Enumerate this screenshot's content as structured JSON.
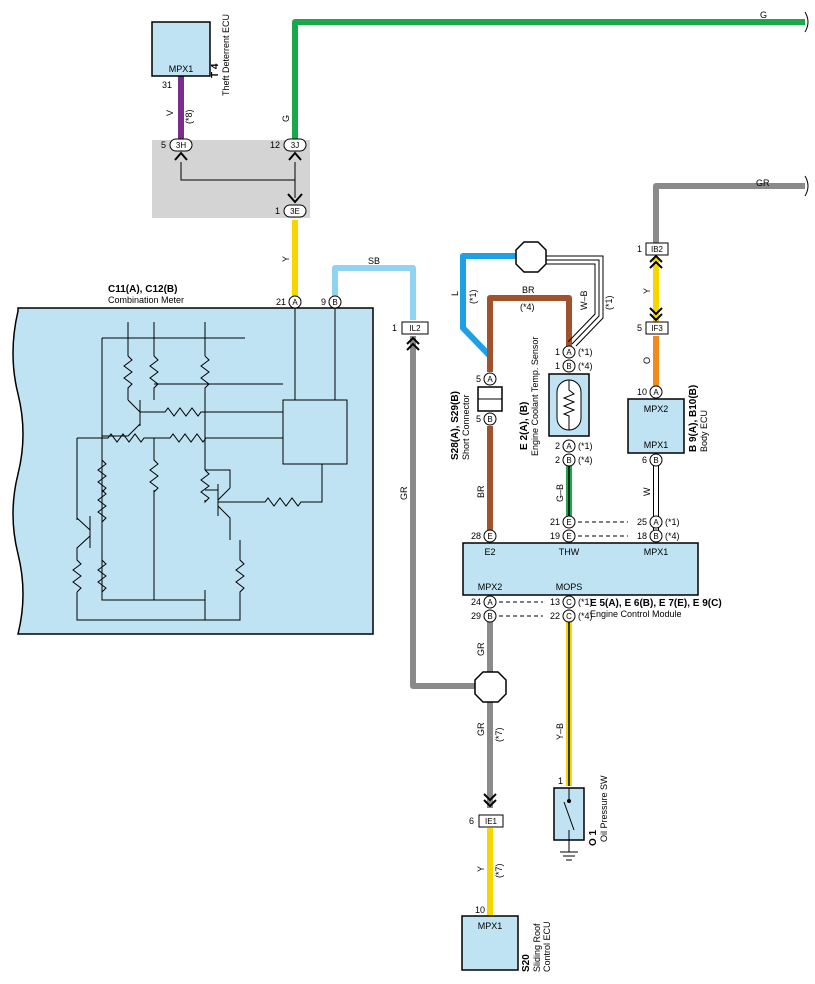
{
  "components": {
    "theft_ecu": {
      "code": "T 4",
      "name": "Theft Deterrent ECU",
      "terminal": "MPX1",
      "pin": "31",
      "wire": "V",
      "note": "(*8)"
    },
    "junction_top": {
      "pins": [
        {
          "num": "5",
          "con": "3H"
        },
        {
          "num": "12",
          "con": "3J"
        },
        {
          "num": "1",
          "con": "3E"
        }
      ],
      "wire_g": "G"
    },
    "combination_meter": {
      "code": "C11(A), C12(B)",
      "name": "Combination Meter",
      "pin_a": "21",
      "con_a": "A",
      "pin_b": "9",
      "con_b": "B"
    },
    "short_connector": {
      "code": "S28(A), S29(B)",
      "name": "Short Connector",
      "pin_top": "5",
      "con_top": "A",
      "pin_bot": "5",
      "con_bot": "B"
    },
    "coolant_sensor": {
      "code": "E 2(A), (B)",
      "name": "Engine Coolant Temp. Sensor",
      "pin1": "1",
      "pin2": "2",
      "con_a": "A",
      "con_b": "B",
      "note1": "(*1)",
      "note4": "(*4)"
    },
    "body_ecu": {
      "code": "B 9(A), B10(B)",
      "name": "Body ECU",
      "term_top": "MPX2",
      "term_bot": "MPX1",
      "pin_top": "10",
      "con_top": "A",
      "pin_bot": "6",
      "con_bot": "B"
    },
    "ecm": {
      "code": "E 5(A), E 6(B), E 7(E), E 9(C)",
      "name": "Engine Control Module",
      "term_e2": "E2",
      "term_thw": "THW",
      "term_mpx1": "MPX1",
      "term_mpx2": "MPX2",
      "term_mops": "MOPS",
      "pins": [
        "28",
        "21",
        "19",
        "25",
        "18",
        "24",
        "29",
        "13",
        "22"
      ],
      "cons": [
        "E",
        "E",
        "E",
        "A",
        "B",
        "A",
        "B",
        "C",
        "C"
      ]
    },
    "oil_sw": {
      "code": "O 1",
      "name": "Oil Pressure SW",
      "pin": "1"
    },
    "sliding_roof": {
      "code": "S20",
      "name1": "Sliding Roof",
      "name2": "Control ECU",
      "terminal": "MPX1",
      "pin": "10"
    }
  },
  "connectors": {
    "ib2": "IB2",
    "if3": "IF3",
    "il2": "IL2",
    "ie1": "IE1",
    "ib2_pin": "1",
    "if3_pin": "5",
    "il2_pin": "1",
    "ie1_pin": "6"
  },
  "wire_labels": {
    "g": "G",
    "gr": "GR",
    "y": "Y",
    "sb": "SB",
    "l": "L",
    "br": "BR",
    "wb": "W–B",
    "gb": "G–B",
    "w": "W",
    "o": "O",
    "yb": "Y–B",
    "v": "V"
  },
  "notes": {
    "n1": "(*1)",
    "n4": "(*4)",
    "n7": "(*7)"
  },
  "colors": {
    "green": "#1aa84a",
    "gray": "#8a8a8a",
    "yellow": "#f7d600",
    "light_blue": "#8fd3f0",
    "blue": "#1ea0e6",
    "brown": "#a0522d",
    "purple": "#7b2d8e",
    "orange": "#f28a1c",
    "ecu_fill": "#bfe3f3",
    "junction_fill": "#d4d4d4"
  }
}
